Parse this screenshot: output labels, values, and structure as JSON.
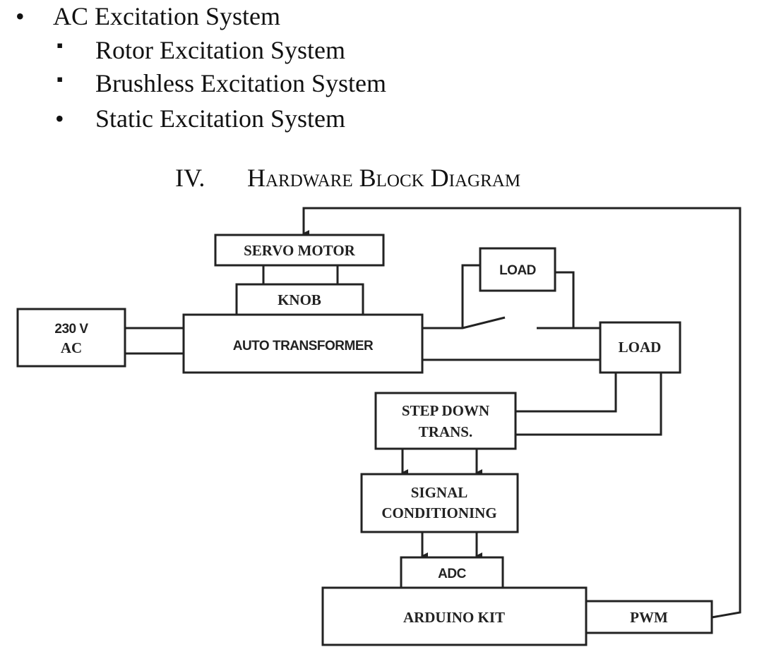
{
  "list": {
    "items": [
      {
        "marker": "•",
        "text": "AC  Excitation System"
      },
      {
        "marker": "▪",
        "text": "Rotor Excitation System"
      },
      {
        "marker": "▪",
        "text": "Brushless Excitation System"
      },
      {
        "marker": "•",
        "text": "Static Excitation System"
      }
    ]
  },
  "section": {
    "number": "IV.",
    "title": "Hardware Block Diagram"
  },
  "diagram": {
    "servo_motor": "SERVO MOTOR",
    "knob": "KNOB",
    "source_line1": "230 V",
    "source_line2": "AC",
    "auto_transformer": "AUTO TRANSFORMER",
    "load_switched": "LOAD",
    "load_main": "LOAD",
    "step_down_line1": "STEP DOWN",
    "step_down_line2": "TRANS.",
    "signal_line1": "SIGNAL",
    "signal_line2": "CONDITIONING",
    "adc": "ADC",
    "arduino": "ARDUINO KIT",
    "pwm": "PWM"
  }
}
